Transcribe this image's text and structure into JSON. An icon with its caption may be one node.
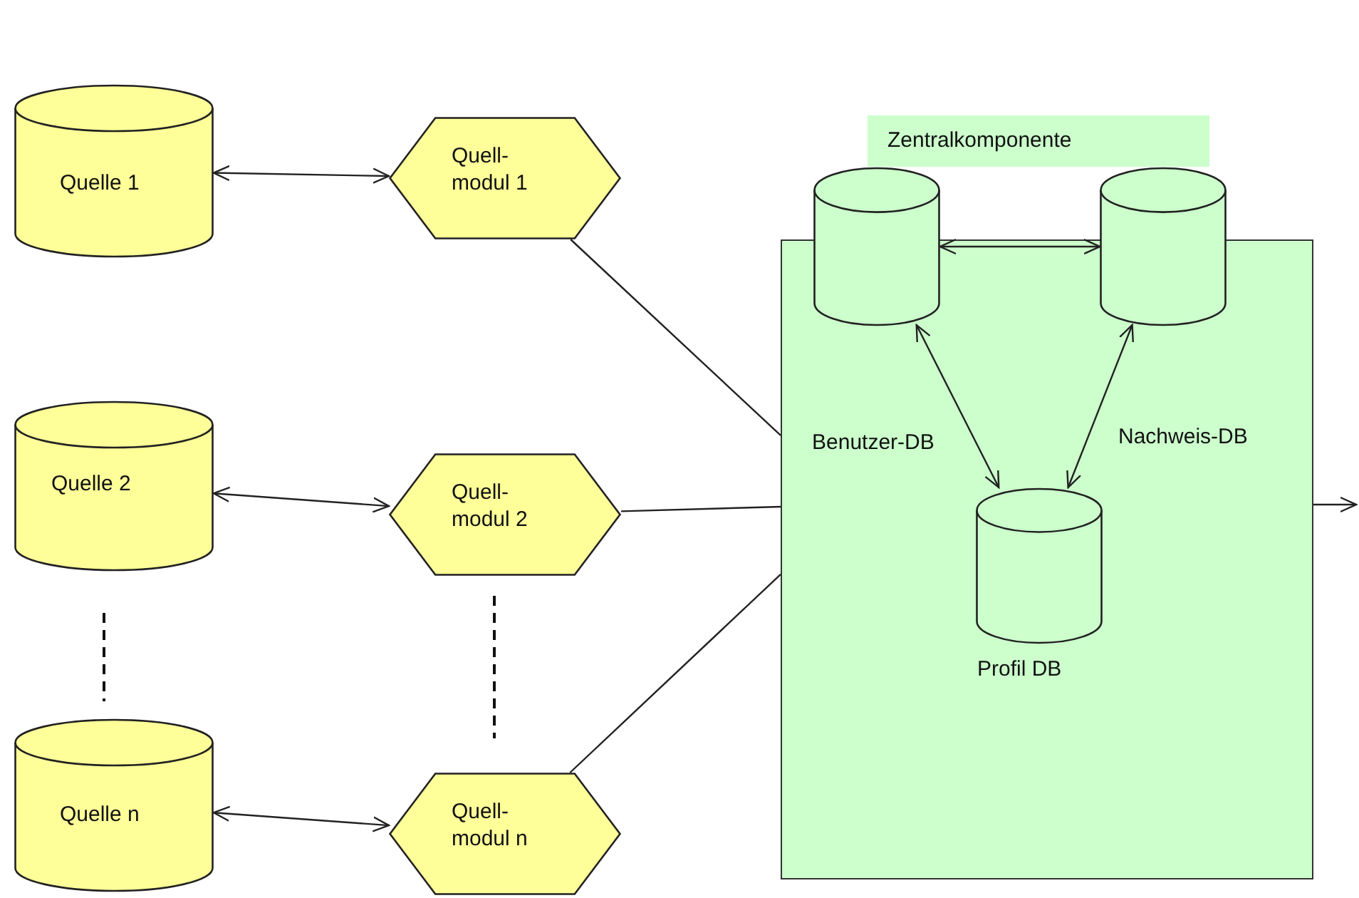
{
  "diagram": {
    "nodes": [
      {
        "text": [
          "Quelle 1"
        ]
      },
      {
        "text": [
          "Quell- modul 1"
        ]
      },
      {
        "text": [
          "Quelle 2"
        ]
      },
      {
        "text": [
          "Quell- modul 2"
        ]
      },
      {
        "text": [
          "Quelle n"
        ]
      },
      {
        "text": [
          "Quell- modul n"
        ]
      },
      {
        "text": [
          "Zentralkomponente"
        ]
      },
      {
        "text": [],
        "shape": "cylinder"
      },
      {
        "text": [],
        "shape": "cylinder"
      },
      {
        "text": [],
        "shape": "cylinder",
        "beside": [
          "Profil DB"
        ],
        "in": 6
      }
    ],
    "edges": [
      {
        "from": 0,
        "to": 1,
        "arrow": "both"
      },
      {
        "from": 2,
        "to": 3,
        "arrow": "both"
      },
      {
        "from": 4,
        "to": 5,
        "arrow": "both"
      },
      {
        "from": 1,
        "to": 6,
        "arrow": "none"
      },
      {
        "from": 3,
        "to": 6,
        "arrow": "none"
      },
      {
        "from": 5,
        "to": 6,
        "arrow": "none"
      },
      {
        "from": 7,
        "to": 8,
        "arrow": "both"
      },
      {
        "from": 7,
        "to": 9,
        "arrow": "both"
      },
      {
        "from": 8,
        "to": 9,
        "arrow": "both"
      },
      {
        "from": 6,
        "to": null,
        "arrow": "to"
      }
    ],
    "labels": [
      "Benutzer-DB",
      "Nachweis-DB"
    ]
  }
}
